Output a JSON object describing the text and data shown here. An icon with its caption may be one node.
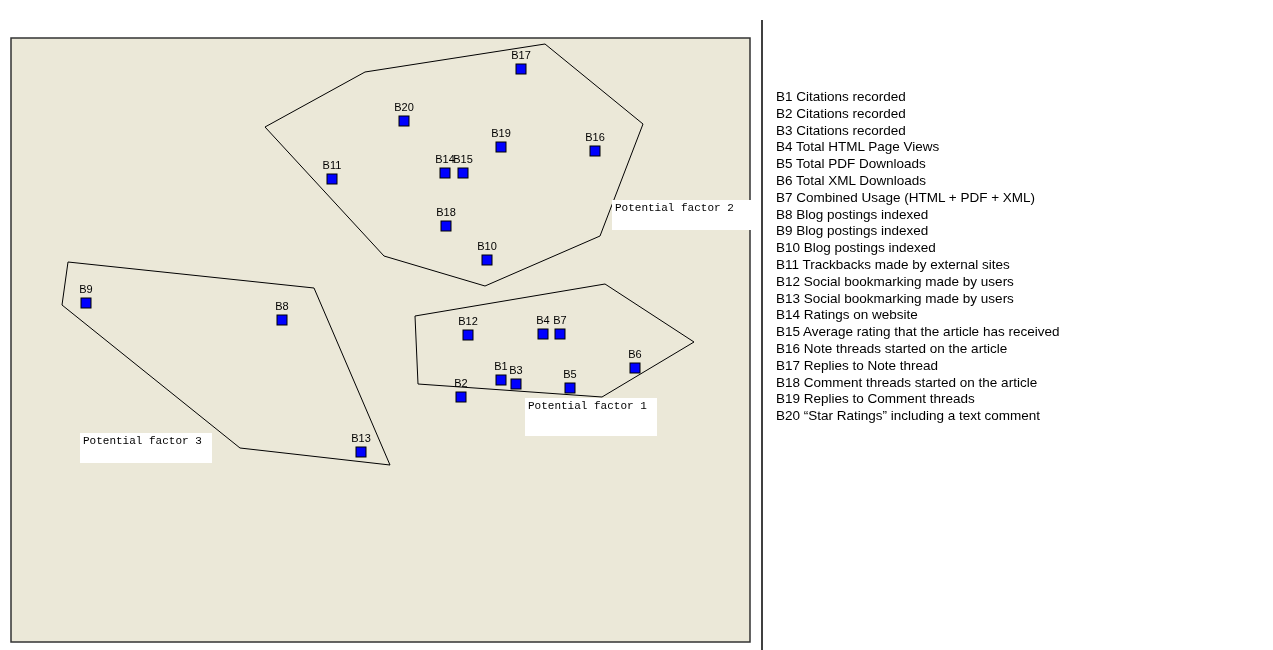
{
  "diagram": {
    "labels": [
      "B17",
      "B20",
      "B19",
      "B16",
      "B14",
      "B15",
      "B11",
      "B18",
      "B10",
      "B9",
      "B8",
      "B12",
      "B4",
      "B7",
      "B1",
      "B3",
      "B6",
      "B5",
      "B2",
      "B13",
      "Potential factor 2",
      "Potential factor 1",
      "Potential factor 3",
      "B1 Citations recorded",
      "B2 Citations recorded",
      "B3 Citations recorded",
      "B4 Total HTML Page Views",
      "B5 Total PDF Downloads",
      "B6 Total XML Downloads",
      "B7 Combined Usage (HTML + PDF + XML)",
      "B8 Blog postings indexed",
      "B9 Blog postings indexed",
      "B10 Blog postings indexed",
      "B11 Trackbacks made by external sites",
      "B12 Social bookmarking made by users",
      "B13 Social bookmarking made by users",
      "B14 Ratings on website",
      "B15 Average rating that the article has received",
      "B16 Note threads started on the article",
      "B17 Replies to Note thread",
      "B18 Comment threads started on the article",
      "B19 Replies to Comment threads",
      "B20 “Star Ratings” including a text comment"
    ]
  }
}
